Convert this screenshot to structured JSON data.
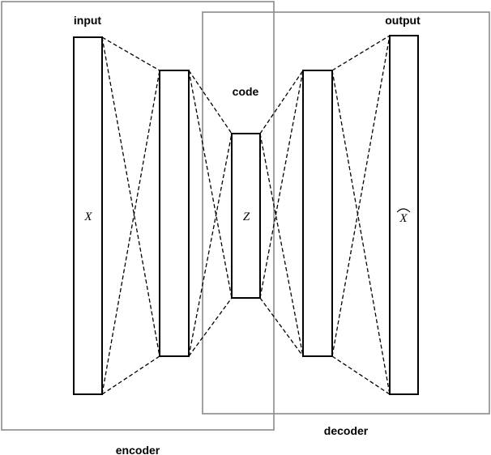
{
  "labels": {
    "input": "input",
    "output": "output",
    "code": "code",
    "encoder": "encoder",
    "decoder": "decoder"
  },
  "variables": {
    "input_var": "X",
    "code_var": "Z",
    "output_var": "X"
  },
  "output_accent": "hat"
}
